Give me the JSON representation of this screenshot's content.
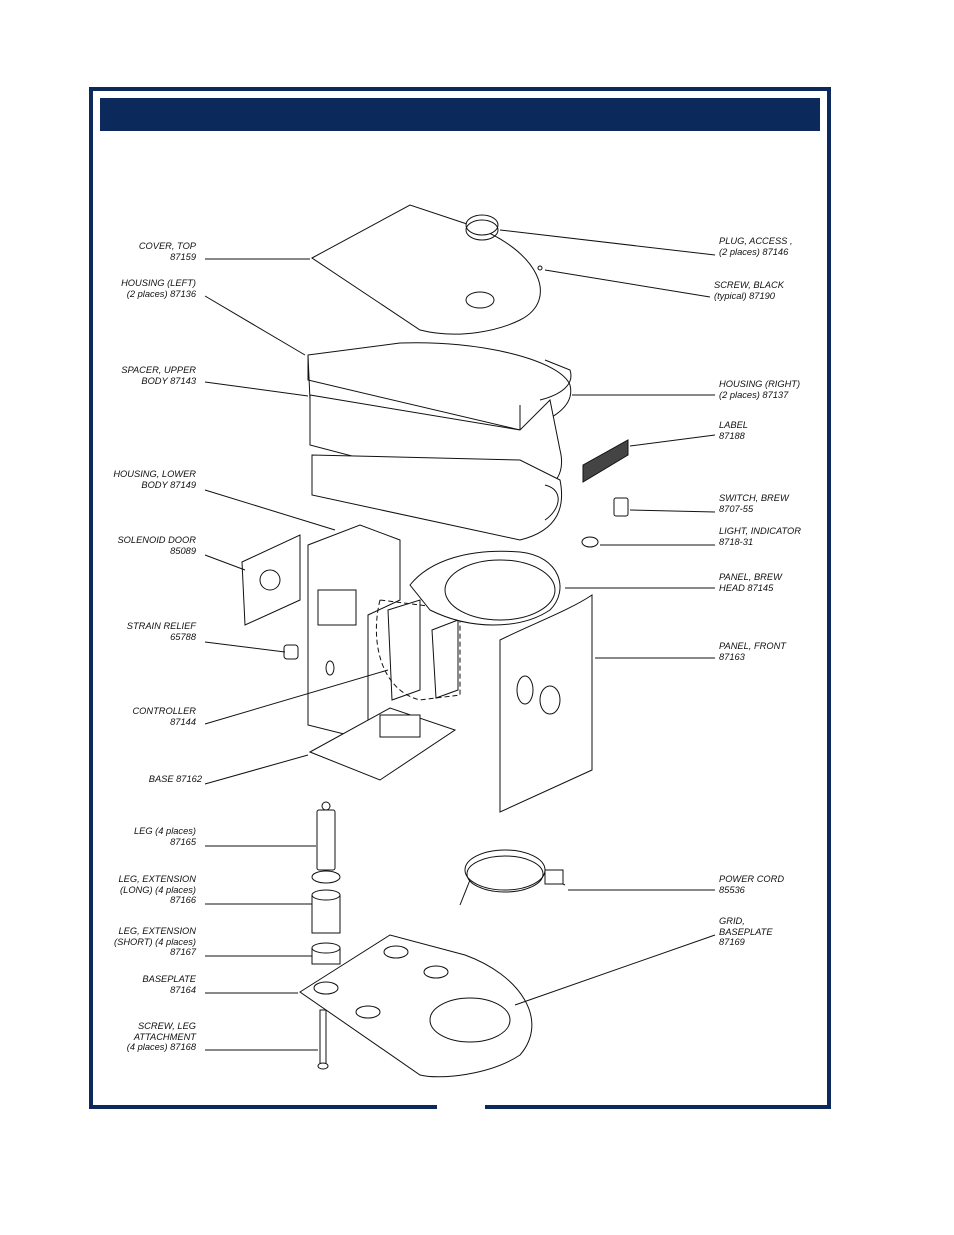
{
  "colors": {
    "frame": "#0b2a5b",
    "line": "#111111",
    "part_fill": "#ffffff",
    "shade": "#d9d9d9"
  },
  "labels_left": [
    {
      "id": "cover-top",
      "line1": "COVER, TOP",
      "line2": "87159"
    },
    {
      "id": "housing-left",
      "line1": "HOUSING (LEFT)",
      "line2": "(2 places) 87136"
    },
    {
      "id": "spacer-upper-body",
      "line1": "SPACER, UPPER",
      "line2": "BODY     87143"
    },
    {
      "id": "housing-lower-body",
      "line1": "HOUSING, LOWER",
      "line2": "BODY  87149"
    },
    {
      "id": "solenoid-door",
      "line1": "SOLENOID DOOR",
      "line2": "85089"
    },
    {
      "id": "strain-relief",
      "line1": "STRAIN RELIEF",
      "line2": "65788"
    },
    {
      "id": "controller",
      "line1": "CONTROLLER",
      "line2": "87144"
    },
    {
      "id": "base",
      "line1": "BASE   87162",
      "line2": ""
    },
    {
      "id": "leg",
      "line1": "LEG (4 places)",
      "line2": "87165"
    },
    {
      "id": "leg-extension-long",
      "line1": "LEG, EXTENSION",
      "line2": "(LONG) (4 places)",
      "line3": "87166"
    },
    {
      "id": "leg-extension-short",
      "line1": "LEG, EXTENSION",
      "line2": "(SHORT) (4 places)",
      "line3": "87167"
    },
    {
      "id": "baseplate",
      "line1": "BASEPLATE",
      "line2": "87164"
    },
    {
      "id": "screw-leg-attachment",
      "line1": "SCREW, LEG",
      "line2": "ATTACHMENT",
      "line3": "(4 places)  87168"
    }
  ],
  "labels_right": [
    {
      "id": "plug-access",
      "line1": "PLUG, ACCESS ,",
      "line2": "(2 places)  87146"
    },
    {
      "id": "screw-black",
      "line1": "SCREW, BLACK",
      "line2": "(typical)    87190"
    },
    {
      "id": "housing-right",
      "line1": "HOUSING (RIGHT)",
      "line2": "(2 places) 87137"
    },
    {
      "id": "label",
      "line1": "LABEL",
      "line2": "87188"
    },
    {
      "id": "switch-brew",
      "line1": "SWITCH, BREW",
      "line2": "8707-55"
    },
    {
      "id": "light-indicator",
      "line1": "LIGHT, INDICATOR",
      "line2": "8718-31"
    },
    {
      "id": "panel-brew-head",
      "line1": "PANEL, BREW",
      "line2": "HEAD    87145"
    },
    {
      "id": "panel-front",
      "line1": "PANEL, FRONT",
      "line2": "87163"
    },
    {
      "id": "power-cord",
      "line1": "POWER CORD",
      "line2": "85536"
    },
    {
      "id": "grid-baseplate",
      "line1": "GRID,",
      "line2": "BASEPLATE",
      "line3": "87169"
    }
  ]
}
